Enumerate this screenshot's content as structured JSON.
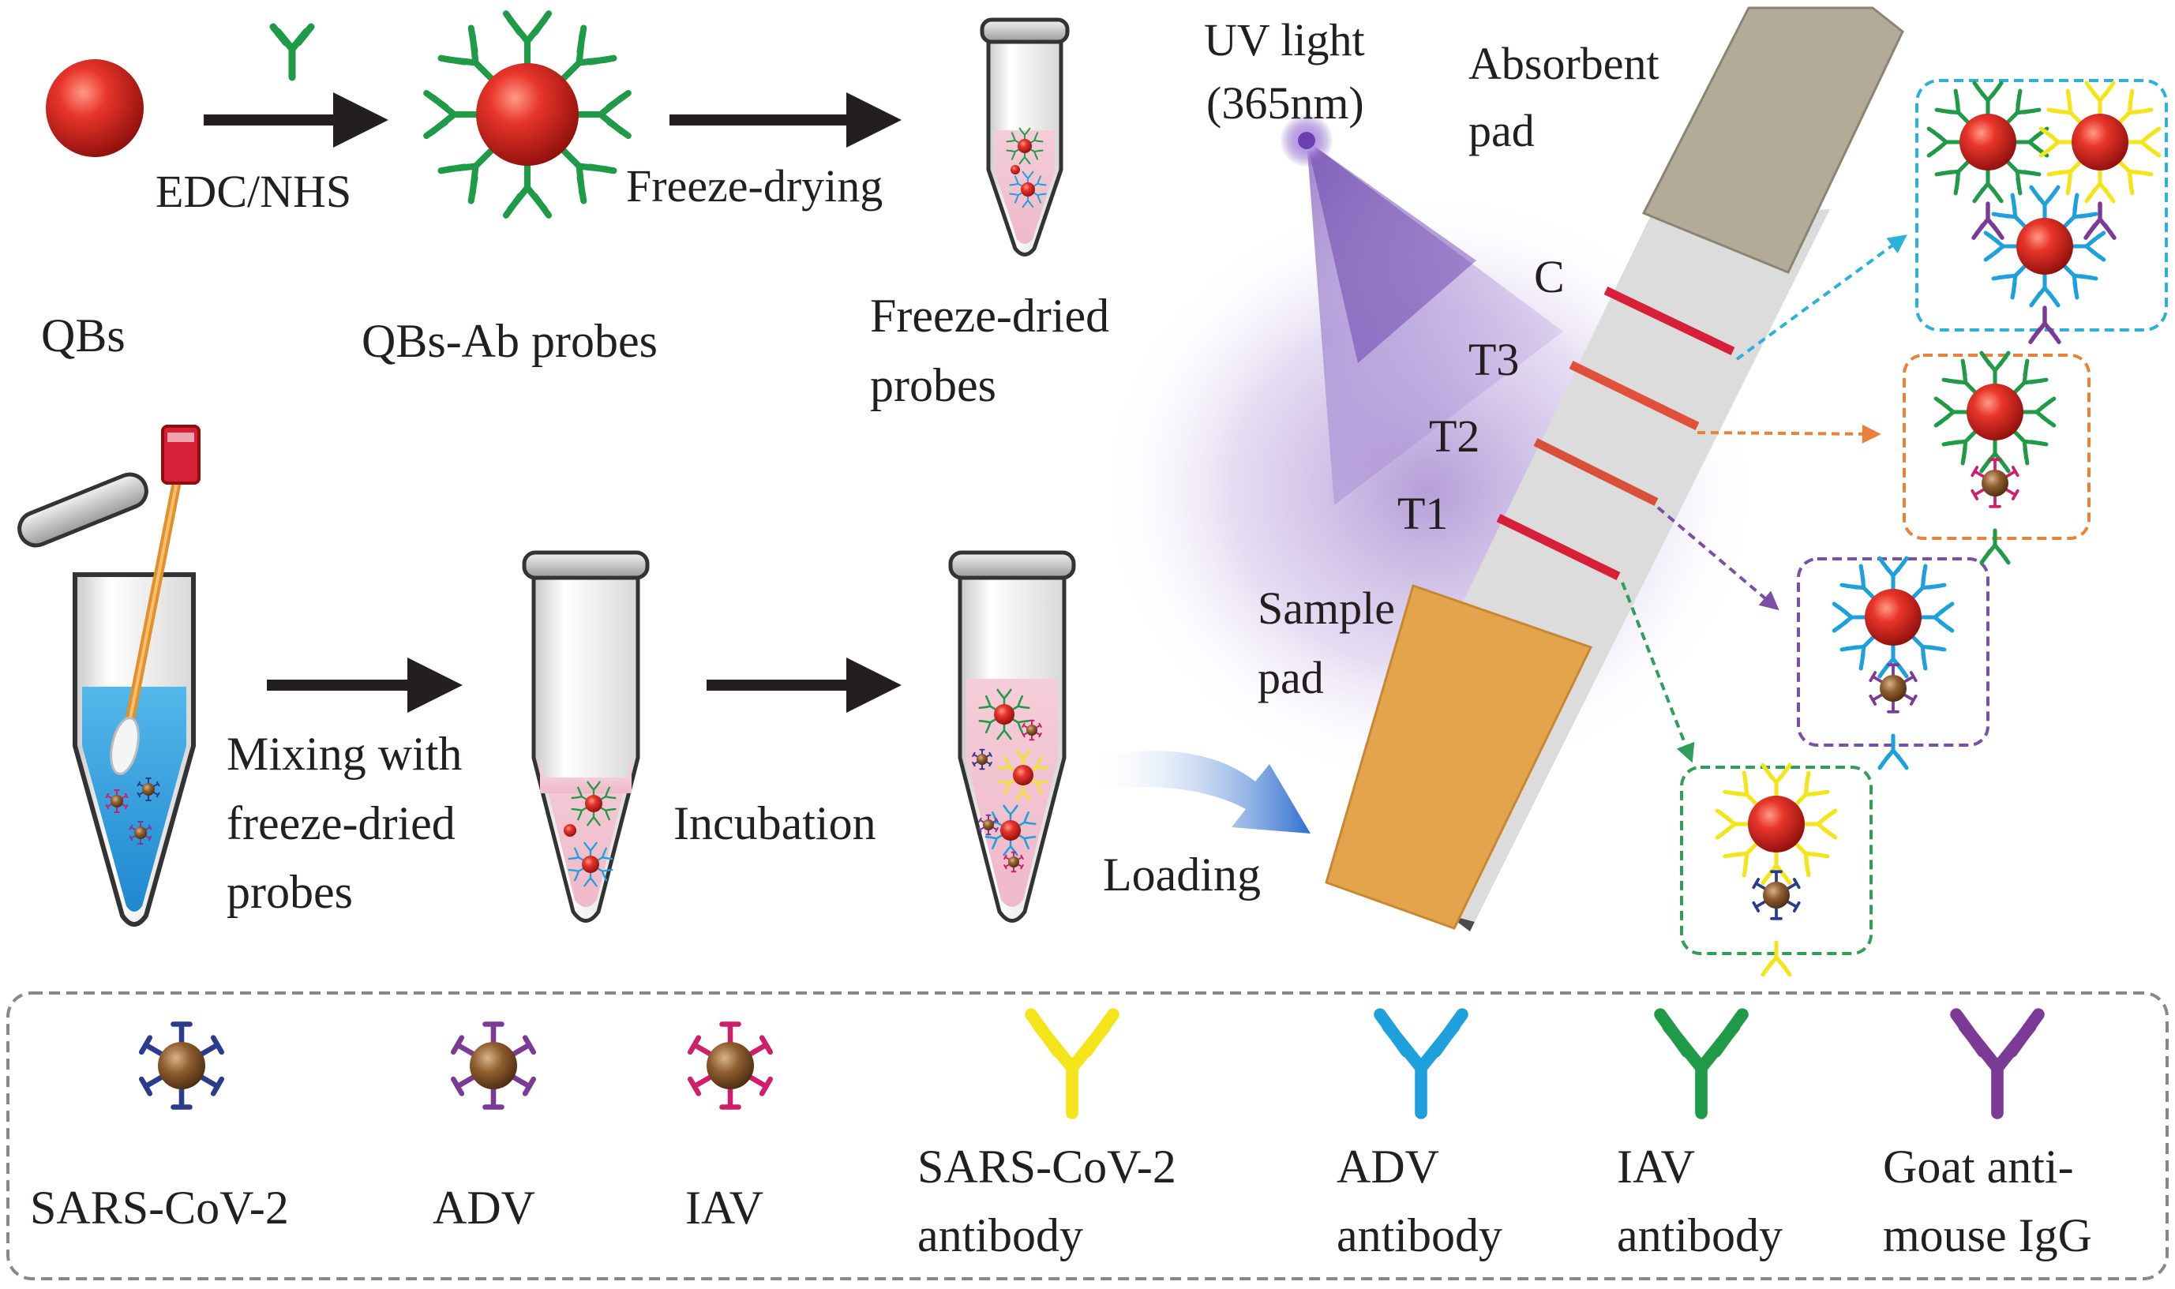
{
  "colors": {
    "qb_red": "#d8201c",
    "virus_brown": "#8a5a2b",
    "sars_color": "#2b3c8c",
    "adv_color": "#7a3a96",
    "iav_color": "#d01f6a",
    "sars_ab": "#f3e51a",
    "adv_ab": "#1da0dc",
    "iav_ab": "#1f9a46",
    "goat_ab": "#7a3a96",
    "absorbent_pad": "#b3ab98",
    "sample_pad": "#e3a44c",
    "uv_glow": "#7a4fb8",
    "box_cyan": "#2cb1d8",
    "box_orange": "#e8823a",
    "box_purple": "#7a4fa6",
    "box_green": "#2f9e5a",
    "legend_border": "#888888"
  },
  "labels": {
    "qbs": "QBs",
    "edc_nhs": "EDC/NHS",
    "probes": "QBs-Ab probes",
    "freeze_drying": "Freeze-drying",
    "freeze_dried_1": "Freeze-dried",
    "freeze_dried_2": "probes",
    "uv_1": "UV light",
    "uv_2": "(365nm)",
    "absorbent_1": "Absorbent",
    "absorbent_2": "pad",
    "line_c": "C",
    "line_t3": "T3",
    "line_t2": "T2",
    "line_t1": "T1",
    "sample_1": "Sample",
    "sample_2": "pad",
    "mixing_1": "Mixing with",
    "mixing_2": "freeze-dried",
    "mixing_3": "probes",
    "incubation": "Incubation",
    "loading": "Loading"
  },
  "legend": {
    "sars": "SARS-CoV-2",
    "adv": "ADV",
    "iav": "IAV",
    "sars_ab_1": "SARS-CoV-2",
    "sars_ab_2": "antibody",
    "adv_ab_1": "ADV",
    "adv_ab_2": "antibody",
    "iav_ab_1": "IAV",
    "iav_ab_2": "antibody",
    "goat_1": "Goat anti-",
    "goat_2": "mouse IgG"
  }
}
